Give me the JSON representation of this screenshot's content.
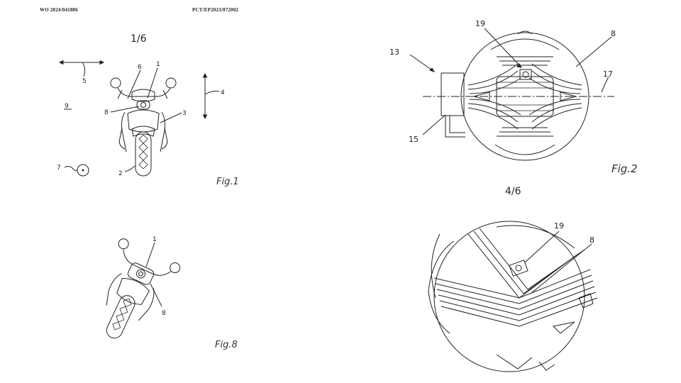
{
  "header": {
    "pub_no": "WO 2024/041886",
    "app_no": "PCT/EP2023/072002"
  },
  "pages": {
    "left": "1/6",
    "right": "4/6"
  },
  "figures": {
    "fig1": "Fig.1",
    "fig2": "Fig.2",
    "fig8": "Fig.8"
  },
  "fig1_refs": {
    "r1": "1",
    "r2": "2",
    "r3": "3",
    "r4": "4",
    "r5": "5",
    "r6": "6",
    "r7": "7",
    "r8": "8",
    "r9": "9"
  },
  "fig2_refs": {
    "r8": "8",
    "r13": "13",
    "r15": "15",
    "r17": "17",
    "r19": "19"
  },
  "fig8_refs": {
    "r1": "1",
    "r8": "8"
  },
  "fig4_refs": {
    "r8": "8",
    "r19": "19"
  }
}
